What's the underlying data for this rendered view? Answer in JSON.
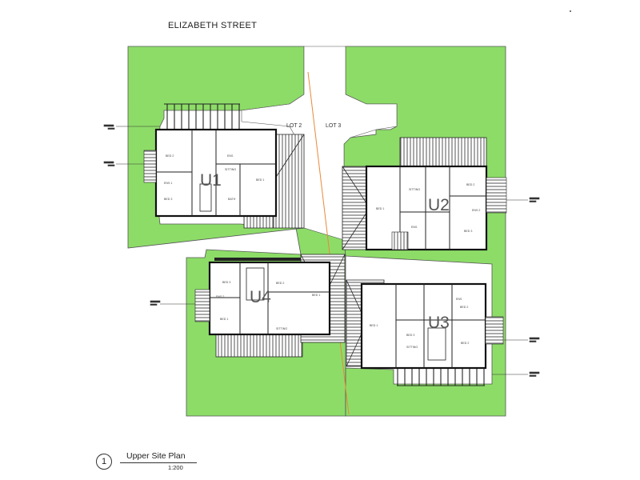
{
  "street_name": "ELIZABETH STREET",
  "lots": {
    "left": "LOT 2",
    "right": "LOT 3"
  },
  "units": [
    {
      "id": "U1",
      "label": "U1"
    },
    {
      "id": "U2",
      "label": "U2"
    },
    {
      "id": "U3",
      "label": "U3"
    },
    {
      "id": "U4",
      "label": "U4"
    }
  ],
  "title_block": {
    "number": "1",
    "name": "Upper Site Plan",
    "scale": "1:200"
  },
  "colors": {
    "lawn": "#88dd66",
    "paving": "#ffffff",
    "boundary": "#e8893a",
    "linework": "#222222",
    "roof_hatch": "#555555"
  }
}
